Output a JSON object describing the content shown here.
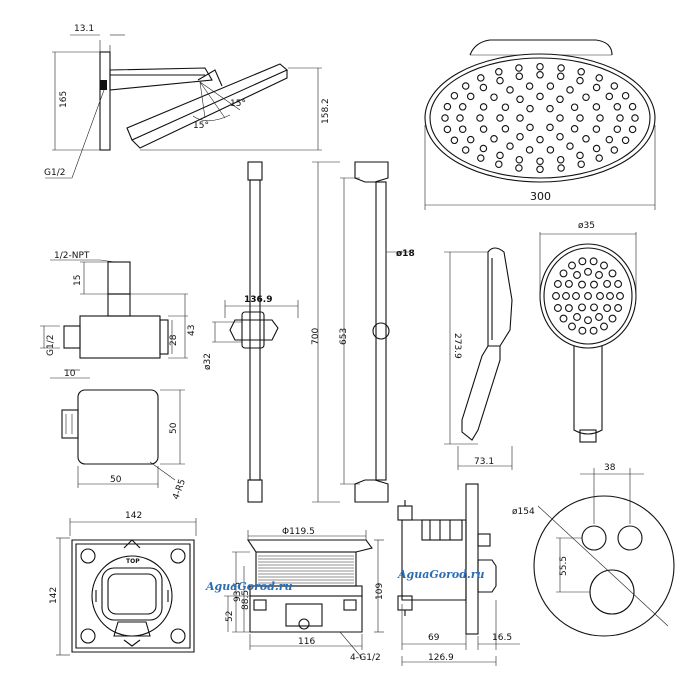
{
  "labels": {
    "d_13_1": "13.1",
    "d_165": "165",
    "d_158_2": "158.2",
    "d_15deg_a": "15°",
    "d_15deg_b": "15°",
    "d_g12_top": "G1/2",
    "d_300": "300",
    "d_npt": "1/2-NPT",
    "d_15": "15",
    "d_43": "43",
    "d_28": "28",
    "d_g12_left": "G1/2",
    "d_10": "10",
    "d_136_9": "136.9",
    "d_phi32": "ø32",
    "d_700": "700",
    "d_653": "653",
    "d_phi18": "ø18",
    "d_273_9": "273.9",
    "d_73_1": "73.1",
    "d_phi35": "ø35",
    "d_50v": "50",
    "d_50h": "50",
    "d_4r5": "4-R5",
    "d_142h": "142",
    "d_142v": "142",
    "d_top_mark": "TOP",
    "d_phi119_5": "Φ119.5",
    "d_109": "109",
    "d_93_5": "93.5",
    "d_88_5": "88.5",
    "d_52": "52",
    "d_116": "116",
    "d_4g12": "4-G1/2",
    "d_69": "69",
    "d_16_5": "16.5",
    "d_126_9": "126.9",
    "d_phi154": "ø154",
    "d_38": "38",
    "d_55_5": "55.5"
  },
  "watermark": {
    "left": "AguaGorod.ru",
    "right": "AguaGorod.ru"
  },
  "colors": {
    "line": "#111111",
    "watermark": "#2a6db5",
    "background": "#ffffff"
  },
  "icons": {
    "shower_holes_top": "perforated-shower-head",
    "shower_holes_hand": "perforated-hand-shower"
  }
}
